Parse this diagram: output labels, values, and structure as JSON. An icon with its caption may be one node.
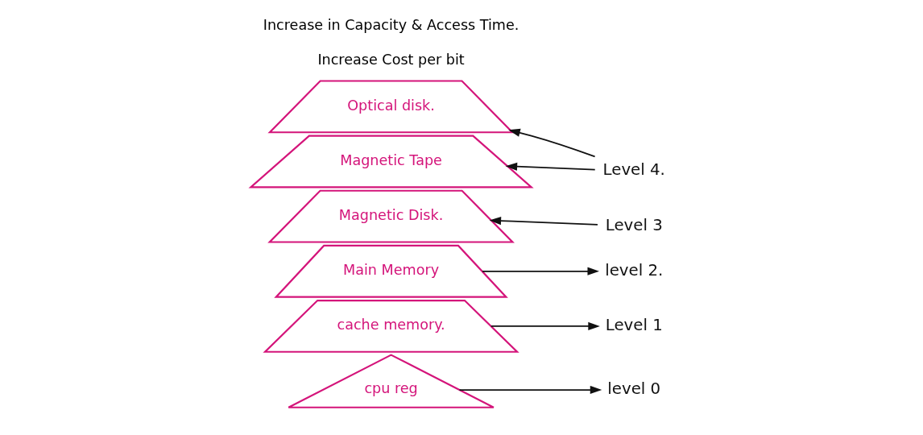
{
  "diagram": {
    "nodes": [
      {
        "text": [
          "cpu reg"
        ]
      },
      {
        "text": [
          "cache memory."
        ]
      },
      {
        "text": [
          "Main Memory"
        ]
      },
      {
        "text": [
          "Magnetic Disk."
        ]
      },
      {
        "text": [
          "Optical disk."
        ]
      },
      {
        "text": [
          "Magnetic Tape"
        ]
      },
      {
        "text": [
          "level 0"
        ]
      },
      {
        "text": [
          "Level 1"
        ]
      },
      {
        "text": [
          "level 2."
        ]
      },
      {
        "text": [
          "Level 3"
        ]
      },
      {
        "text": [
          "Level 4."
        ]
      }
    ],
    "edges": [
      {
        "from": 0,
        "to": 6,
        "arrow": "to"
      },
      {
        "from": 1,
        "to": 7,
        "arrow": "to"
      },
      {
        "from": 2,
        "to": 8,
        "arrow": "to"
      },
      {
        "from": 9,
        "to": 3,
        "arrow": "to"
      },
      {
        "from": 10,
        "to": 4,
        "arrow": "to"
      },
      {
        "from": 10,
        "to": 5,
        "arrow": "to"
      }
    ],
    "labels": [
      "Increase Cost per bit",
      "Increase in Capacity & Access Time."
    ]
  }
}
